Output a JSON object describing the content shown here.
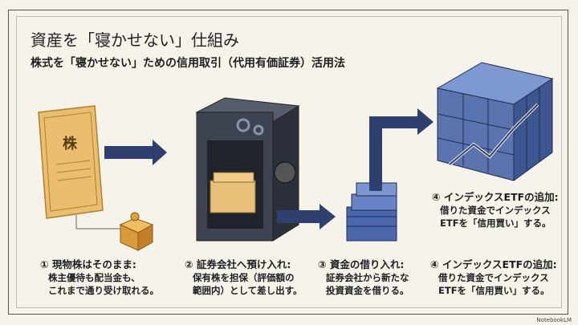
{
  "title": "資産を「寝かせない」仕組み",
  "subtitle": "株式を「寝かせない」ための信用取引（代用有価証券）活用法",
  "certificate_label": "株",
  "steps": [
    {
      "heading": "① 現物株はそのまま:",
      "lines": [
        "株主優待も配当金も、",
        "これまで通り受け取れる。"
      ]
    },
    {
      "heading": "② 証券会社へ預け入れ:",
      "lines": [
        "保有株を担保（評価額の",
        "範囲内）として差し出す。"
      ]
    },
    {
      "heading": "③ 資金の借り入れ:",
      "lines": [
        "証券会社から新たな",
        "投資資金を借りる。"
      ]
    },
    {
      "heading": "④ インデックスETFの追加:",
      "lines": [
        "借りた資金でインデックス",
        "ETFを「信用買い」する。"
      ]
    }
  ],
  "annotation": {
    "heading": "④ インデックスETFの追加:",
    "lines": [
      "借りた資金でインデックス",
      "ETFを「信用買い」する。"
    ]
  },
  "watermark": "NotebookLM",
  "colors": {
    "navy": "#2f3f6e",
    "cube": "#5b74b0",
    "gold": "#e7b863",
    "safe": "#3d4350"
  }
}
